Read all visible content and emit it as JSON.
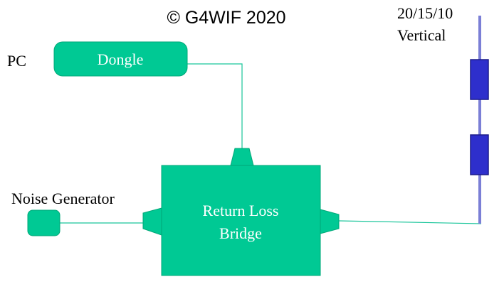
{
  "copyright": "© G4WIF 2020",
  "labels": {
    "pc": "PC",
    "dongle": "Dongle",
    "noise_generator": "Noise Generator",
    "bridge_line1": "Return Loss",
    "bridge_line2": "Bridge",
    "antenna_line1": "20/15/10",
    "antenna_line2": "Vertical"
  },
  "colors": {
    "box_fill": "#00c994",
    "box_stroke": "#00a878",
    "wire": "#19c59a",
    "antenna_mast": "#7b7fd6",
    "antenna_trap": "#2e2fcc",
    "trap_stroke": "#1b1c8a",
    "text": "#000000",
    "box_text": "#ffffff"
  }
}
